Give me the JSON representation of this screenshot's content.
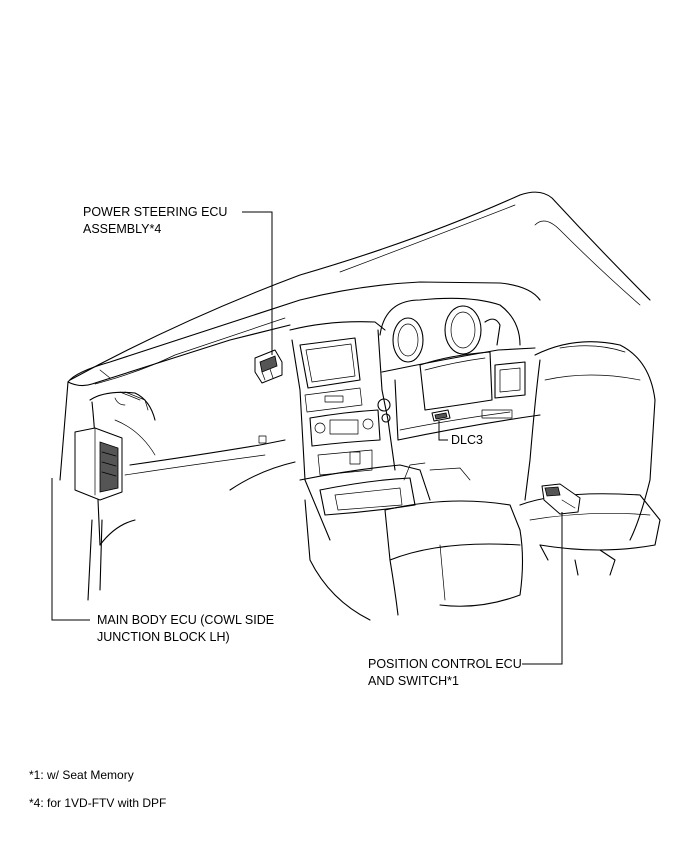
{
  "labels": {
    "power_steering": [
      "POWER STEERING ECU",
      "ASSEMBLY*4"
    ],
    "dlc3": "DLC3",
    "main_body": [
      "MAIN BODY ECU (COWL SIDE",
      "JUNCTION BLOCK LH)"
    ],
    "position_control": [
      "POSITION CONTROL ECU",
      "AND SWITCH*1"
    ]
  },
  "footnotes": [
    "*1: w/ Seat Memory",
    "*4: for 1VD-FTV with DPF"
  ]
}
